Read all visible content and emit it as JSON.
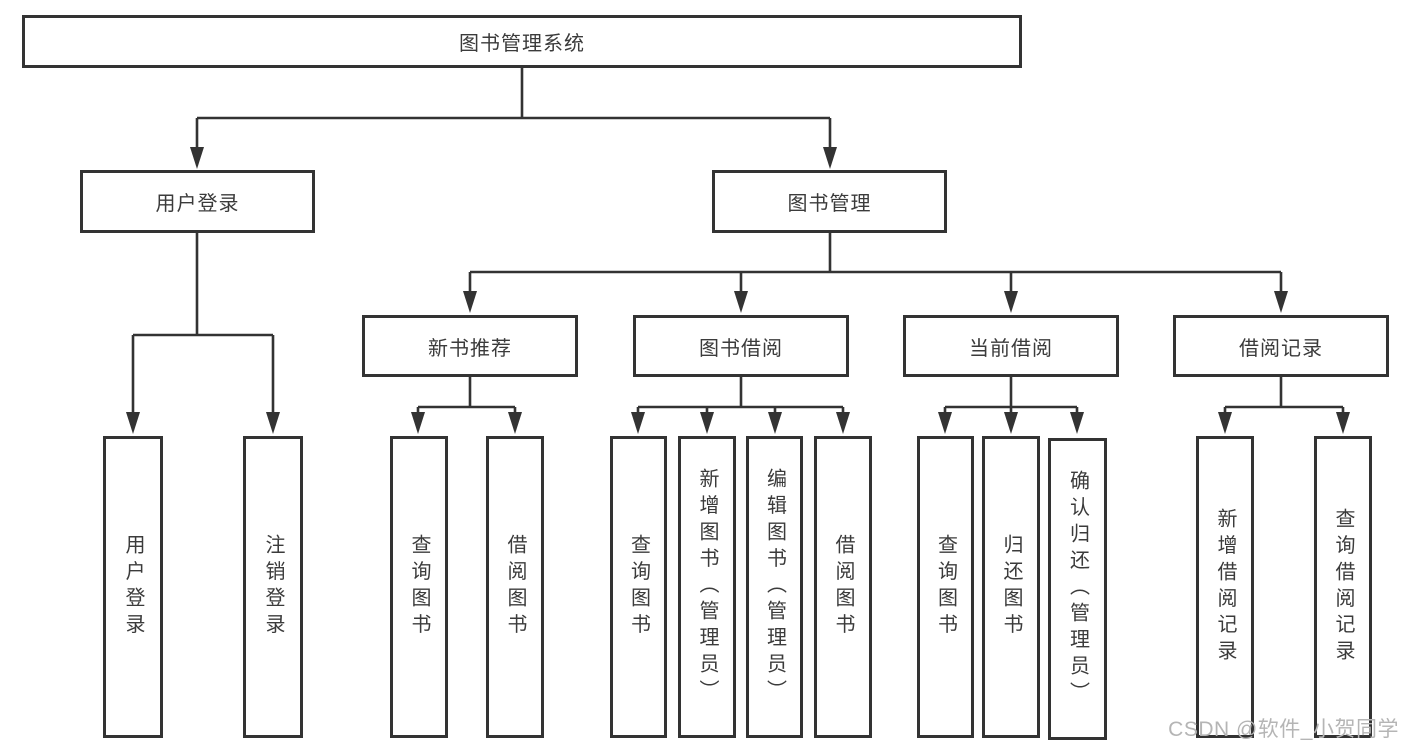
{
  "colors": {
    "line": "#333333",
    "text": "#3b3b3b",
    "box_background": "#ffffff",
    "watermark_text_color": "#b5b5b5"
  },
  "tree": {
    "root": {
      "label": "图书管理系统"
    },
    "branches": {
      "user_login": {
        "label": "用户登录",
        "children": [
          {
            "label": "用户登录"
          },
          {
            "label": "注销登录"
          }
        ]
      },
      "book_mgmt": {
        "label": "图书管理",
        "children": {
          "new_book_rec": {
            "label": "新书推荐",
            "children": [
              {
                "label": "查询图书"
              },
              {
                "label": "借阅图书"
              }
            ]
          },
          "book_borrow": {
            "label": "图书借阅",
            "children": [
              {
                "label": "查询图书"
              },
              {
                "label": "新增图书（管理员）"
              },
              {
                "label": "编辑图书（管理员）"
              },
              {
                "label": "借阅图书"
              }
            ]
          },
          "current_borrow": {
            "label": "当前借阅",
            "children": [
              {
                "label": "查询图书"
              },
              {
                "label": "归还图书"
              },
              {
                "label": "确认归还（管理员）"
              }
            ]
          },
          "borrow_records": {
            "label": "借阅记录",
            "children": [
              {
                "label": "新增借阅记录"
              },
              {
                "label": "查询借阅记录"
              }
            ]
          }
        }
      }
    }
  },
  "watermark": {
    "text": "CSDN @软件_小贺同学"
  }
}
